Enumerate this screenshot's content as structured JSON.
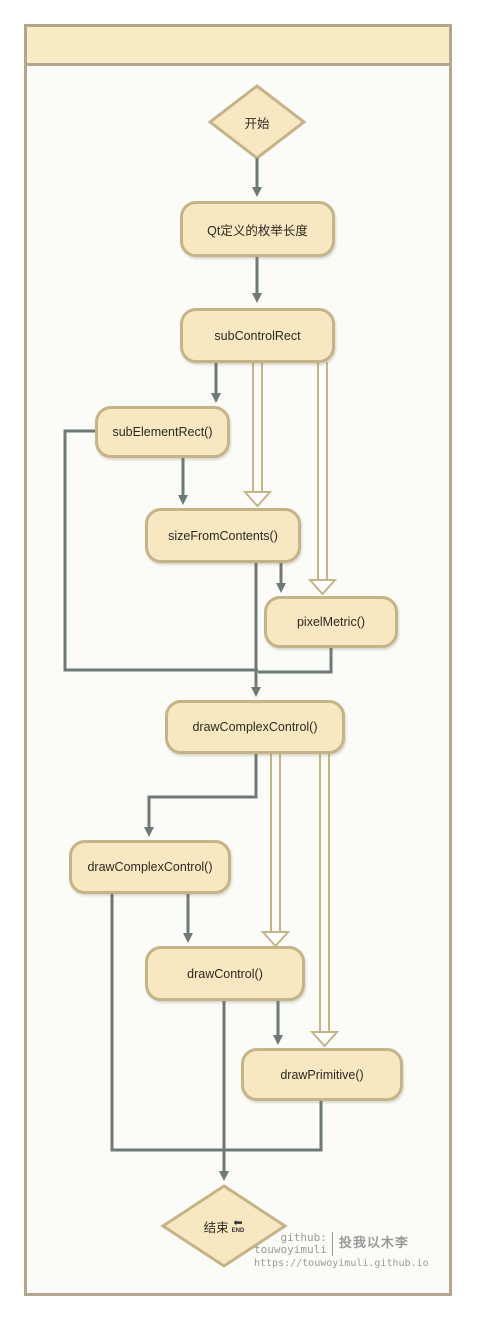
{
  "nodes": {
    "start": "开始",
    "qt_enum_length": "Qt定义的枚举长度",
    "sub_control_rect": "subControlRect",
    "sub_element_rect": "subElementRect()",
    "size_from_contents": "sizeFromContents()",
    "pixel_metric": "pixelMetric()",
    "draw_complex_control_main": "drawComplexControl()",
    "draw_complex_control_sub": "drawComplexControl()",
    "draw_control": "drawControl()",
    "draw_primitive": "drawPrimitive()",
    "end": "结束",
    "end_badge": "END"
  },
  "watermark": {
    "line1": "github:",
    "line2": "touwoyimuli",
    "brand": "投我以木李",
    "url": "https://touwoyimuli.github.io"
  },
  "colors": {
    "node_fill": "#f8e8c2",
    "node_border": "#c4b488",
    "arrow_solid": "#6e7a78",
    "arrow_hollow": "#c4b488",
    "frame_border": "#b3a68c",
    "header_fill": "#f8ecc4"
  }
}
